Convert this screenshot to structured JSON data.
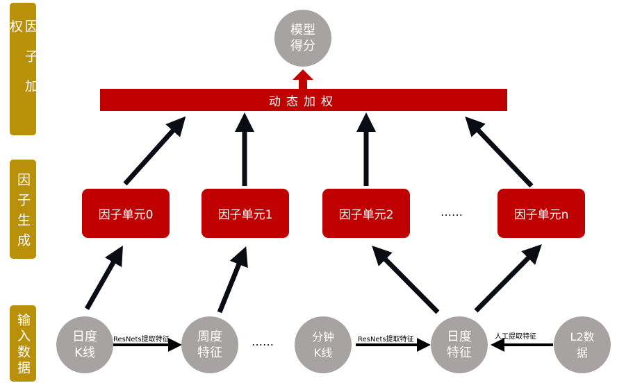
{
  "side_labels": [
    "因子加权",
    "因子生成",
    "输入数据"
  ],
  "model_score": [
    "模型",
    "得分"
  ],
  "dynamic_weight": "动态加权",
  "factor_units": [
    "因子单元0",
    "因子单元1",
    "因子单元2",
    "因子单元n"
  ],
  "ellipsis_units": "……",
  "inputs": [
    [
      "日度",
      "K线"
    ],
    [
      "周度",
      "特征"
    ],
    [
      "分钟",
      "K线"
    ],
    [
      "日度",
      "特征"
    ],
    [
      "L2数",
      "据"
    ]
  ],
  "ellipsis_inputs": "……",
  "edge_labels": [
    "ResNets提取特征",
    "ResNets提取特征",
    "人工提取特征"
  ],
  "colors": {
    "gold": "#B8900A",
    "red": "#C00000",
    "gray": "#A6A3A2",
    "arrow": "#0B0B14"
  }
}
